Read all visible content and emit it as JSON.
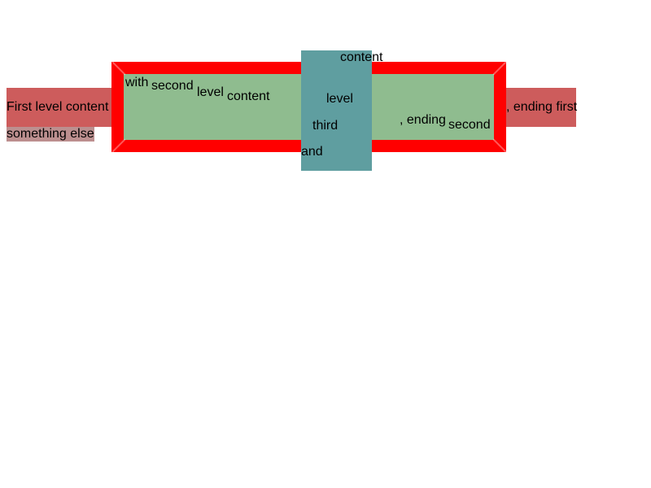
{
  "first_level": {
    "start_text": "First level content",
    "end_text": ", ending first",
    "trailing_text": "something else"
  },
  "second_level": {
    "words_start": [
      "with",
      "second",
      "level",
      "content"
    ],
    "words_end": [
      ", ending",
      "second"
    ]
  },
  "third_level": {
    "words": [
      "content",
      "level",
      "third",
      "and"
    ]
  },
  "colors": {
    "first_level_bg": "#cd5c5c",
    "second_level_border": "#ff0000",
    "second_level_bg": "#8fbc8f",
    "third_level_bg": "#5f9ea0",
    "highlight_bg": "#bc8f8f"
  }
}
